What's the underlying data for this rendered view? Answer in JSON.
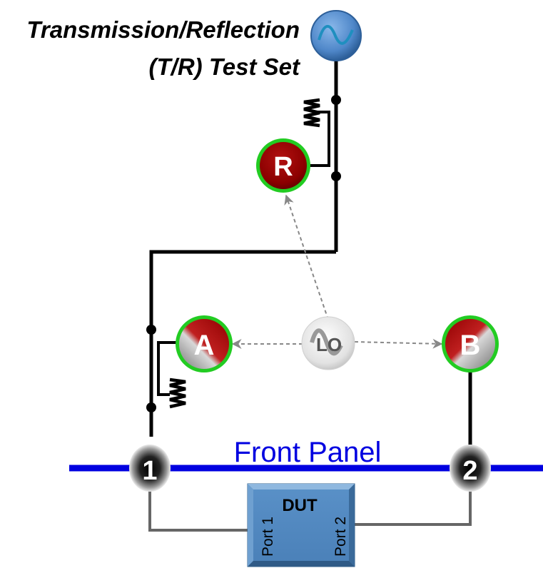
{
  "title": {
    "line1": "Transmission/Reflection",
    "line2": "(T/R) Test Set"
  },
  "source": {
    "icon": "sine-wave-icon",
    "color": "#4f87c9"
  },
  "receivers": {
    "r": {
      "label": "R",
      "fill": "#8b0000",
      "ring": "#22cc22"
    },
    "a": {
      "label": "A",
      "fill": "#b00000",
      "ring": "#22cc22"
    },
    "b": {
      "label": "B",
      "fill": "#b00000",
      "ring": "#22cc22"
    }
  },
  "local_oscillator": {
    "label": "LO",
    "icon": "sine-wave-icon"
  },
  "front_panel": {
    "label": "Front Panel",
    "color": "#0000e0"
  },
  "ports": [
    {
      "label": "1"
    },
    {
      "label": "2"
    }
  ],
  "dut": {
    "title": "DUT",
    "port1_label": "Port 1",
    "port2_label": "Port 2",
    "fill": "#4f87c0"
  }
}
